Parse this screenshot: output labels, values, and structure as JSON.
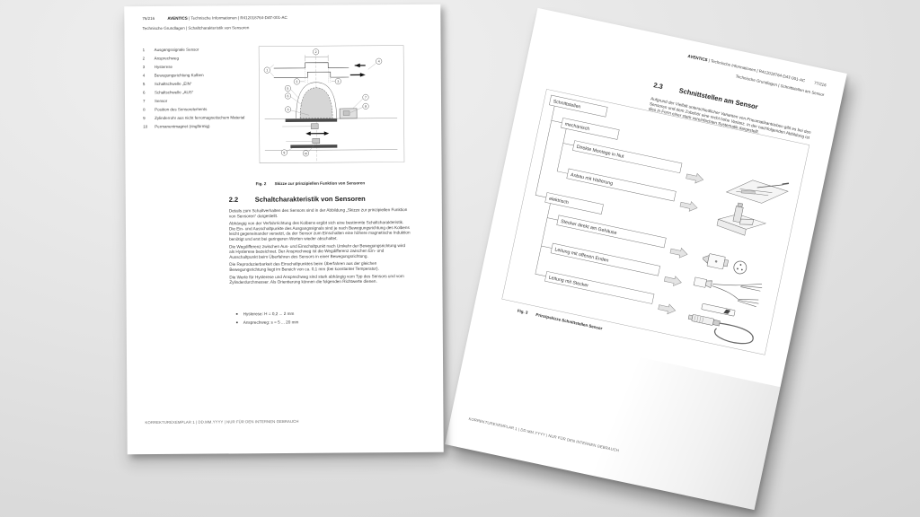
{
  "colors": {
    "canvas": "#e3e3e3",
    "page": "#ffffff",
    "text": "#3d3d3d",
    "line": "#888888",
    "dark_band": "#4a4a4a",
    "dome_fill": "#d6d6d6",
    "arrow_fill": "#e4e4e4"
  },
  "left_page": {
    "header": {
      "page_num": "76/216",
      "brand": "AVENTICS",
      "title_rest": "| Technische Informationen | R412018764-DAT-001-AC",
      "subtitle": "Technische Grundlagen | Schaltcharakteristik von Sensoren"
    },
    "legend": [
      {
        "num": "1",
        "label": "Ausgangssignale Sensor"
      },
      {
        "num": "2",
        "label": "Ansprechweg"
      },
      {
        "num": "3",
        "label": "Hysterese"
      },
      {
        "num": "4",
        "label": "Bewegungsrichtung Kolben"
      },
      {
        "num": "5",
        "label": "Schaltschwelle „EIN“"
      },
      {
        "num": "6",
        "label": "Schaltschwelle „AUS“"
      },
      {
        "num": "7",
        "label": "Sensor"
      },
      {
        "num": "8",
        "label": "Position des Sensorelements"
      },
      {
        "num": "9",
        "label": "Zylinderrohr aus nicht ferromagnetischem Material"
      },
      {
        "num": "10",
        "label": "Permanentmagnet (ringförmig)"
      }
    ],
    "figure": {
      "caption_label": "Fig. 2",
      "caption": "Skizze zur prinzipiellen Funktion von Sensoren"
    },
    "section": {
      "number": "2.2",
      "title": "Schaltcharakteristik von Sensoren",
      "paragraphs": [
        "Details zum Schaltverhalten des Sensors sind in der Abbildung „Skizze zur prinzipiellen Funktion von Sensoren“ dargestellt.",
        "Abhängig von der Verfahrrichtung des Kolbens ergibt sich eine bestimmte Schaltcharakteristik. Die Ein- und Ausschaltpunkte des Ausgangssignals sind je nach Bewegungsrichtung des Kolbens leicht gegeneinander versetzt, da der Sensor zum Einschalten eine höhere magnetische Induktion benötigt und erst bei geringeren Werten wieder abschaltet.",
        "Die Wegdifferenz zwischen Aus- und Einschaltpunkt nach Umkehr der Bewegungsrichtung wird als Hysterese bezeichnet. Der Ansprechweg ist die Wegdifferenz zwischen Ein- und Ausschaltpunkt beim Überfahren des Sensors in einer Bewegungsrichtung.",
        "Die Reproduzierbarkeit des Einschaltpunktes beim Überfahren aus der gleichen Bewegungsrichtung liegt im Bereich von ca. 0,1 mm (bei konstanter Temperatur).",
        "Die Werte für Hysterese und Ansprechweg sind stark abhängig vom Typ des Sensors und vom Zylinderdurchmesser. Als Orientierung können die folgenden Richtwerte dienen."
      ],
      "bullets": [
        "Hysterese: H = 0,2 ... 2 mm",
        "Ansprechweg: s = 5 ... 20 mm"
      ]
    },
    "footer": "KORREKTUREXEMPLAR 1 | DD.MM.YYYY | NUR FÜR DEN INTERNEN GEBRAUCH"
  },
  "right_page": {
    "header": {
      "brand": "AVENTICS",
      "title_rest": "| Technische Informationen | R412018764-DAT-001-AC",
      "page_num": "77/216",
      "subtitle": "Technische Grundlagen | Schnittstellen am Sensor"
    },
    "section": {
      "number": "2.3",
      "title": "Schnittstellen am Sensor",
      "paragraph": "Aufgrund der Vielfalt unterschiedlicher Varianten von Pneumatikantrieben gibt es bei den Sensoren und dem Zubehör eine recht hohe Varianz. In der nachfolgenden Abbildung ist dies in Form einer stark vereinfachten Systematik dargestellt."
    },
    "tree": {
      "root": "Schnittstellen",
      "branches": [
        {
          "label": "mechanisch",
          "children": [
            "Direkte Montage in Nut",
            "Anbau mit Halterung"
          ]
        },
        {
          "label": "elektrisch",
          "children": [
            "Stecker direkt am Gehäuse",
            "Leitung mit offenen Enden",
            "Leitung mit Stecker"
          ]
        }
      ]
    },
    "figure": {
      "caption_label": "Fig. 3",
      "caption": "Prinzipskizze Schnittstellen Sensor"
    },
    "footer": "KORREKTUREXEMPLAR 1 | DD.MM.YYYY | NUR FÜR DEN INTERNEN GEBRAUCH"
  }
}
